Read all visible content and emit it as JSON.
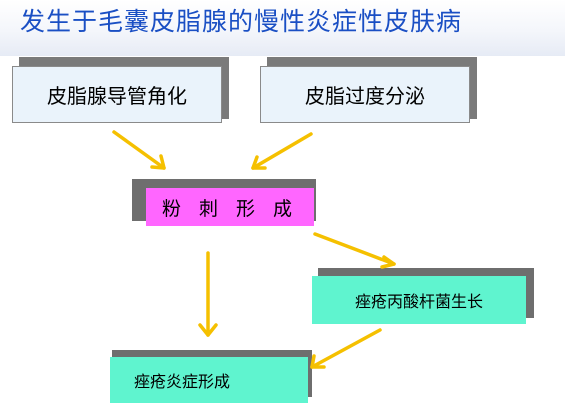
{
  "title": "发生于毛囊皮脂腺的慢性炎症性皮肤病",
  "nodes": {
    "hyperkeratosis": "皮脂腺导管角化",
    "sebum": "皮脂过度分泌",
    "comedo": "粉 刺 形 成",
    "bacteria": "痤疮丙酸杆菌生长",
    "inflammation": "痤疮炎症形成"
  },
  "colors": {
    "title": "#1a4fc4",
    "blue_box": "#eaf3fb",
    "pink_box": "#ff66ff",
    "teal_box": "#5ff4cf",
    "arrow": "#f5c000",
    "shadow": "#7a7a7a"
  }
}
